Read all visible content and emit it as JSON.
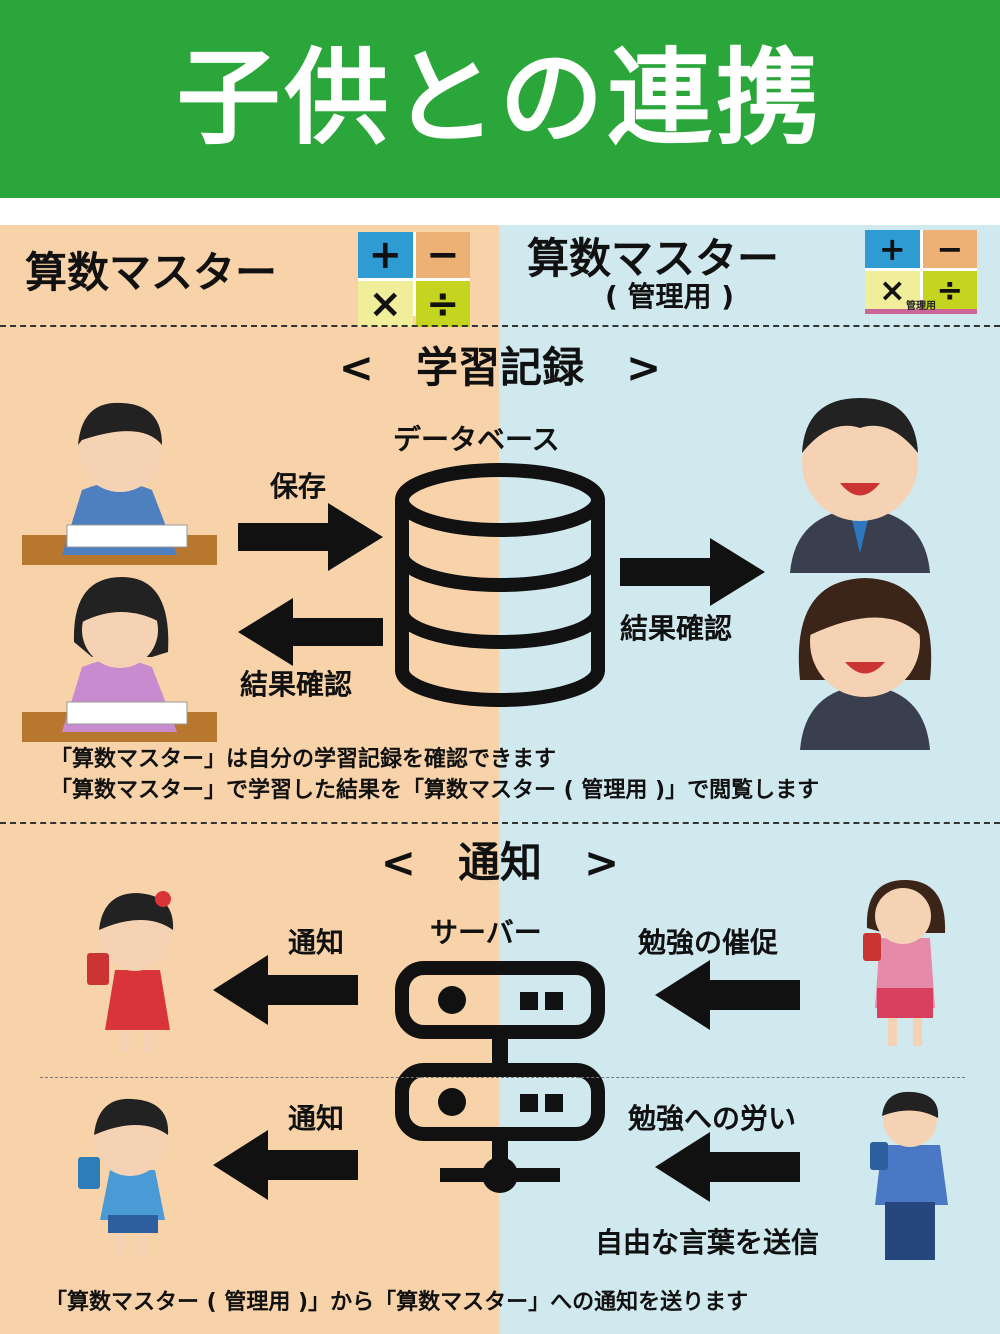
{
  "header": {
    "title": "子供との連携"
  },
  "apps": {
    "child": {
      "name": "算数マスター"
    },
    "admin": {
      "name": "算数マスター",
      "sub": "( 管理用 )",
      "badge": "管理用"
    },
    "icon": {
      "plus": "+",
      "minus": "−",
      "times": "×",
      "divide": "÷"
    }
  },
  "colors": {
    "green": "#2BA63A",
    "peach": "#F8D3AA",
    "lightblue": "#D0E9EF",
    "plus": "#2E9BD2",
    "minus": "#EDB176",
    "times": "#F0EE9A",
    "divide": "#C5D41E",
    "badge": "#CC6699"
  },
  "records": {
    "heading": "<　学習記録　>",
    "db_label": "データベース",
    "save": "保存",
    "result_left": "結果確認",
    "result_right": "結果確認",
    "notes": [
      "「算数マスター」は自分の学習記録を確認できます",
      "「算数マスター」で学習した結果を「算数マスター ( 管理用 )」で閲覧します"
    ]
  },
  "notify": {
    "heading": "<　通知　>",
    "server_label": "サーバー",
    "notify1": "通知",
    "notify2": "通知",
    "prompt": "勉強の催促",
    "praise": "勉強への労い",
    "free": "自由な言葉を送信",
    "note": "「算数マスター ( 管理用 )」から「算数マスター」への通知を送ります"
  }
}
